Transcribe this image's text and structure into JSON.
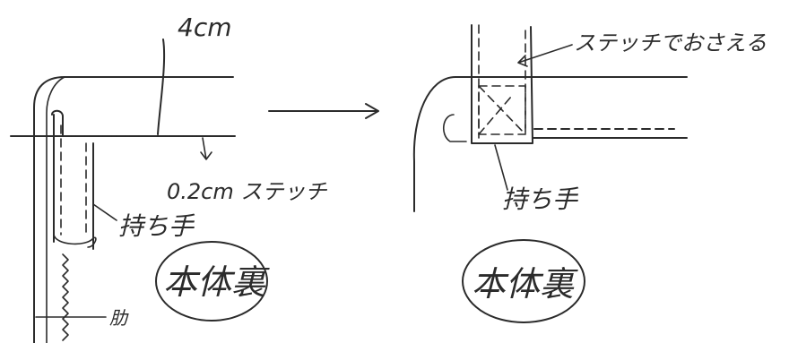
{
  "labels": {
    "top_measure": "4cm",
    "stitch_measure": "0.2cm ステッチ",
    "handle_left": "持ち手",
    "body_inside_left": "本体裏",
    "rib": "肋",
    "stitch_hold": "ステッチでおさえる",
    "handle_right": "持ち手",
    "body_inside_right": "本体裏"
  }
}
